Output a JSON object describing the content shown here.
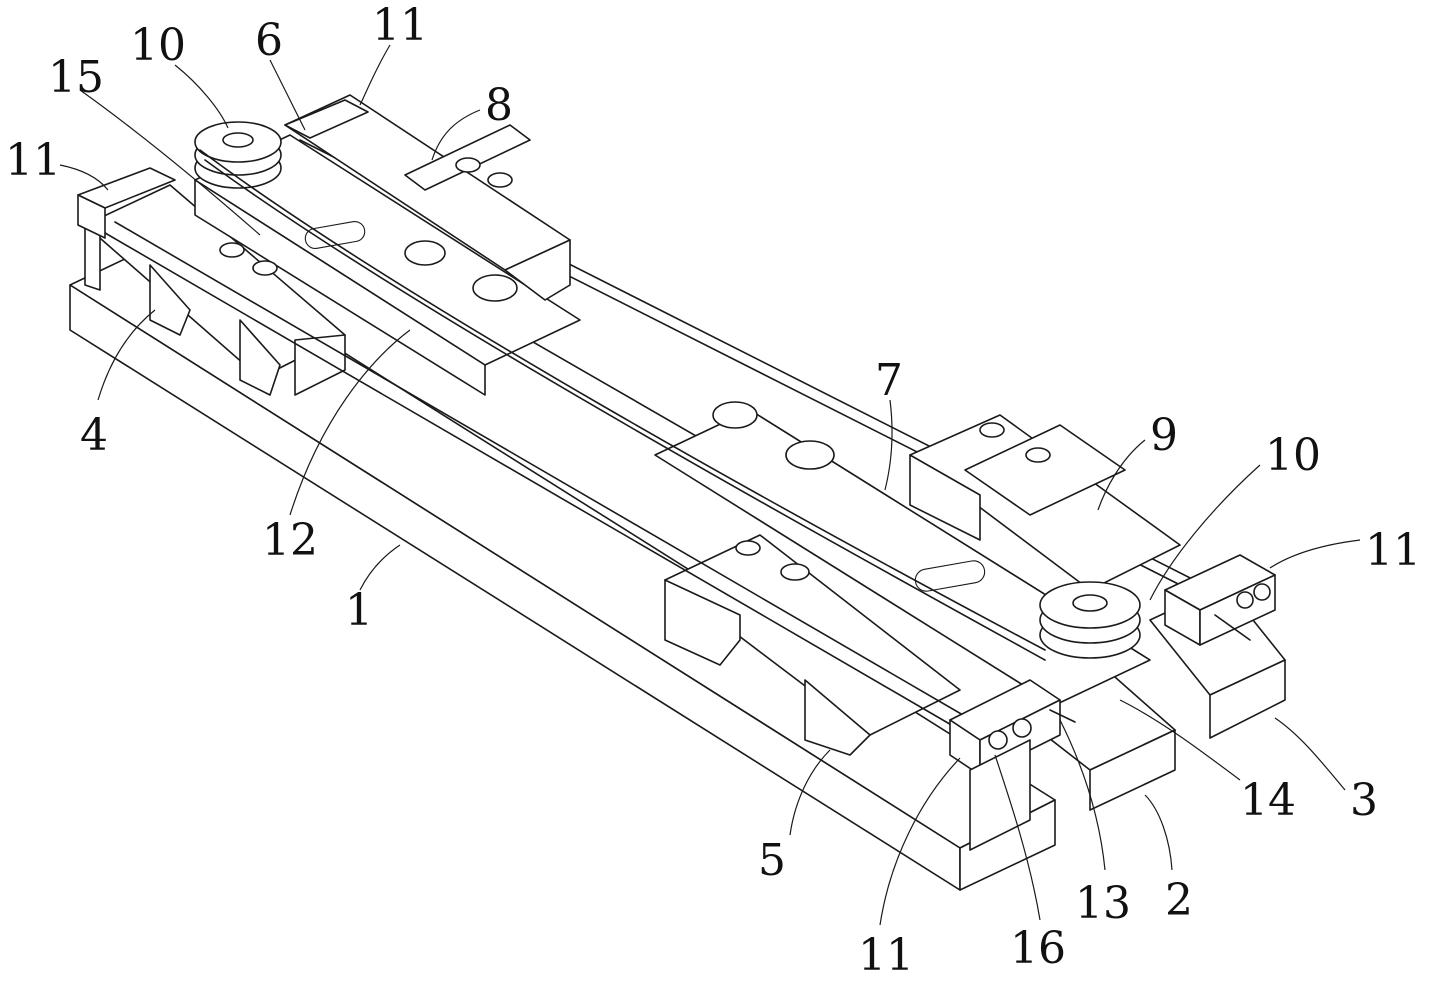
{
  "figure": {
    "type": "patent mechanical perspective drawing",
    "colors": {
      "line": "#1a1a1a",
      "background": "#ffffff"
    },
    "labels": [
      {
        "id": "1",
        "text": "1"
      },
      {
        "id": "2",
        "text": "2"
      },
      {
        "id": "3",
        "text": "3"
      },
      {
        "id": "4",
        "text": "4"
      },
      {
        "id": "5",
        "text": "5"
      },
      {
        "id": "6",
        "text": "6"
      },
      {
        "id": "7",
        "text": "7"
      },
      {
        "id": "8",
        "text": "8"
      },
      {
        "id": "9",
        "text": "9"
      },
      {
        "id": "10a",
        "text": "10"
      },
      {
        "id": "10b",
        "text": "10"
      },
      {
        "id": "11a",
        "text": "11"
      },
      {
        "id": "11b",
        "text": "11"
      },
      {
        "id": "11c",
        "text": "11"
      },
      {
        "id": "11d",
        "text": "11"
      },
      {
        "id": "12",
        "text": "12"
      },
      {
        "id": "13",
        "text": "13"
      },
      {
        "id": "14",
        "text": "14"
      },
      {
        "id": "15",
        "text": "15"
      },
      {
        "id": "16",
        "text": "16"
      }
    ]
  }
}
